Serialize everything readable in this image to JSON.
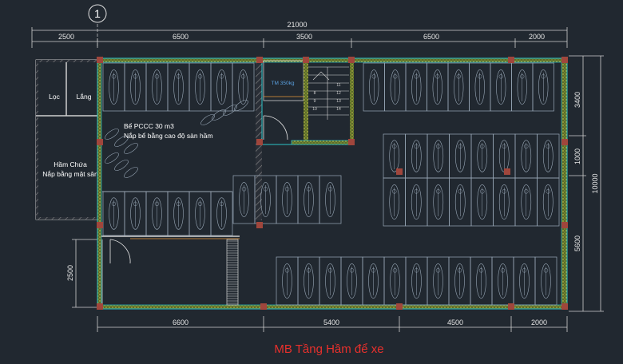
{
  "grid_axis_label": "1",
  "dimensions": {
    "top_total": "21000",
    "top_segments": [
      "2500",
      "6500",
      "3500",
      "6500",
      "2000"
    ],
    "bottom_segments": [
      "6600",
      "5400",
      "4500",
      "2000"
    ],
    "right_segments": [
      "3400",
      "1000",
      "5600"
    ],
    "right_total": "10000",
    "left_segment": "2500"
  },
  "rooms": {
    "loc": "Lọc",
    "lang": "Lắng",
    "ham_chua_line1": "Hầm Chứa",
    "ham_chua_line2": "Nắp bằng mặt sân",
    "be_pccc_line1": "Bể PCCC 30 m3",
    "be_pccc_line2": "Nắp bể bằng cao độ sàn hầm",
    "elevator": "TM 350kg"
  },
  "stair_numbers": [
    "8",
    "9",
    "10",
    "11",
    "12",
    "13",
    "14"
  ],
  "title": "MB Tầng Hầm để xe",
  "colors": {
    "background": "#212830",
    "wall_fill": "#7a8a35",
    "wall_outline": "#2bc3c8",
    "column": "#a0463c",
    "grid_line": "#cfcfcf",
    "parking": "#9aa9b8",
    "title": "#e8302c",
    "stair": "#d8d8d8",
    "door": "#e8e8e8"
  }
}
